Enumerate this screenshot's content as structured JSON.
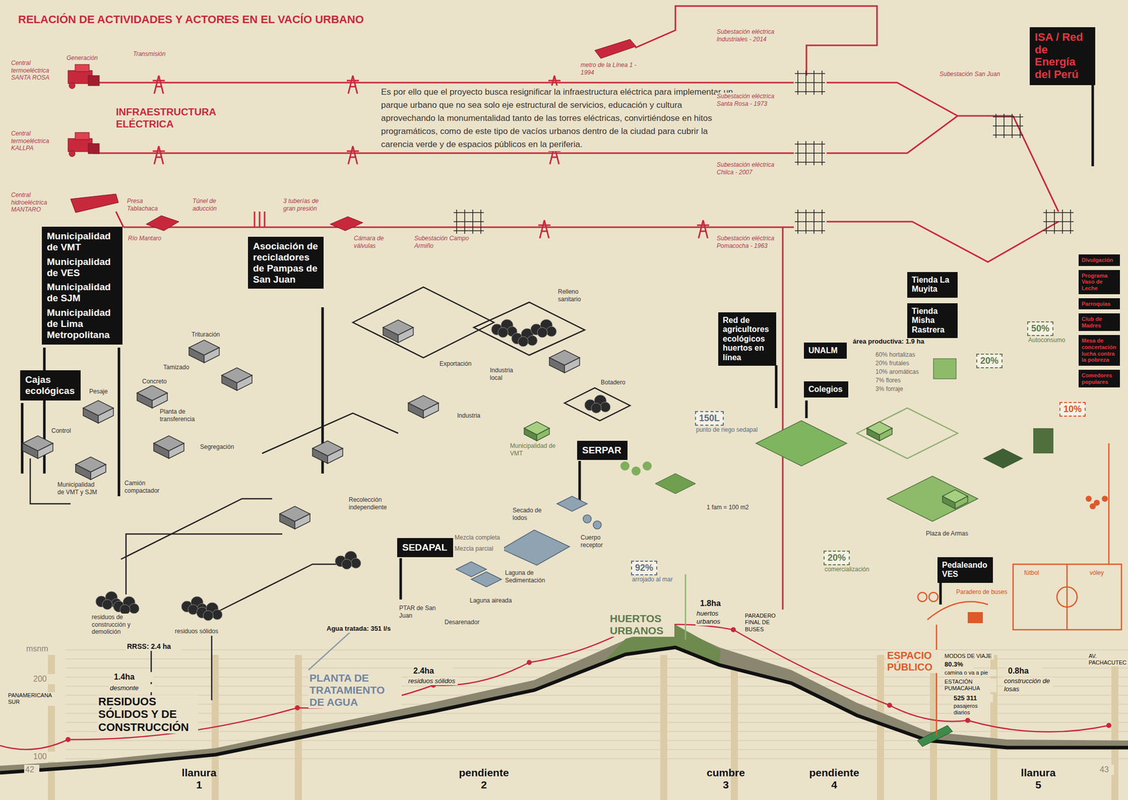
{
  "diagram": {
    "title": "RELACIÓN DE ACTIVIDADES Y ACTORES EN EL VACÍO URBANO",
    "nodes": [
      {
        "text": [
          "Municipalidad de VMT",
          "Municipalidad de VES",
          "Municipalidad de SJM",
          "Municipalidad de Lima Metropolitana"
        ]
      },
      {
        "text": [
          "Cajas ecológicas"
        ]
      },
      {
        "text": [
          "Asociación de recicladores de Pampas de San Juan"
        ]
      },
      {
        "text": [
          "SEDAPAL"
        ]
      },
      {
        "text": [
          "SERPAR"
        ]
      },
      {
        "text": [
          "Red de agricultores ecológicos huertos en línea"
        ]
      },
      {
        "text": [
          "UNALM"
        ]
      },
      {
        "text": [
          "Colegios"
        ]
      },
      {
        "text": [
          "Tienda La Muyita"
        ]
      },
      {
        "text": [
          "Tienda Misha Rastrera"
        ]
      },
      {
        "text": [
          "ISA / Red de Energía del Perú"
        ]
      },
      {
        "text": [
          "Pedaleando VES"
        ]
      },
      {
        "text": [
          "Divulgación"
        ]
      },
      {
        "text": [
          "Programa Vaso de Leche"
        ]
      },
      {
        "text": [
          "Parroquias"
        ]
      },
      {
        "text": [
          "Club de Madres"
        ]
      },
      {
        "text": [
          "Mesa de concertación lucha contra la pobreza"
        ]
      },
      {
        "text": [
          "Comedores populares"
        ]
      },
      {
        "text": [
          "50%",
          "Autoconsumo"
        ]
      },
      {
        "text": [
          "20%"
        ]
      },
      {
        "text": [
          "10%"
        ]
      },
      {
        "text": [
          "20%",
          "comercialización"
        ]
      },
      {
        "text": [
          "92%",
          "arrojado al mar"
        ]
      },
      {
        "text": [
          "150L",
          "punto de riego sedapal"
        ]
      }
    ],
    "labels": [
      "Es por ello que el proyecto busca resignificar la infraestructura eléctrica para implementar un parque urbano que no sea solo eje estructural de servicios, educación y cultura aprovechando la monumentalidad tanto de las torres eléctricas, convirtiéndose en hitos programáticos, como de este tipo de vacíos urbanos dentro de la ciudad para cubrir la carencia verde y de espacios públicos en la periferia.",
      "INFRAESTRUCTURA ELÉCTRICA",
      "Generación",
      "Transmisión",
      "Central termoeléctrica SANTA ROSA",
      "Central termoeléctrica KALLPA",
      "Central hidroeléctrica MANTARO",
      "Presa Tablachaca",
      "Túnel de aducción",
      "3 tuberías de gran presión",
      "Cámara de válvulas",
      "Río Mantaro",
      "Subestación Campo Armiño",
      "Subestación eléctrica Industriales - 2014",
      "Subestación eléctrica Santa Rosa - 1973",
      "Subestación eléctrica Chilca - 2007",
      "Subestación eléctrica Pomacocha - 1963",
      "Subestación San Juan",
      "metro de la Línea 1 - 1994",
      "Relleno sanitario",
      "Botadero",
      "Exportación",
      "Industria local",
      "Industria",
      "Segregación",
      "Control",
      "Pesaje",
      "Trituración",
      "Tamizado",
      "Concreto",
      "Planta de transferencia",
      "Recolección independiente",
      "Camión compactador",
      "Municipalidad de VMT y SJM",
      "residuos de construcción y demolición",
      "residuos sólidos",
      "RRSS: 2.4 ha",
      "Mezcla completa",
      "Mezcla parcial",
      "Secado de lodos",
      "Laguna de Sedimentación",
      "Cuerpo receptor",
      "Laguna aireada",
      "PTAR de San Juan",
      "Desarenador",
      "Agua tratada: 351 l/s",
      "Municipalidad de VMT",
      "área productiva: 1.9 ha",
      "60% hortalizas",
      "20% frutales",
      "10% aromáticas",
      "7% flores",
      "3% forraje",
      "1 fam = 100 m2",
      "Plaza de Armas",
      "Paradero de buses",
      "fútbol",
      "vóley",
      "msnm",
      "200",
      "100",
      "PANAMERICANA SUR",
      "1.4ha",
      "desmonte",
      "RESIDUOS SÓLIDOS Y DE CONSTRUCCIÓN",
      "PLANTA DE TRATAMIENTO DE AGUA",
      "2.4ha",
      "residuos sólidos",
      "HUERTOS URBANOS",
      "1.8ha",
      "huertos urbanos",
      "PARADERO FINAL DE BUSES",
      "ESPACIO PÚBLICO",
      "MODOS DE VIAJE",
      "80.3%",
      "camina o va a pie",
      "ESTACIÓN PUMACAHUA",
      "525 311",
      "pasajeros diarios",
      "0.8ha",
      "construcción de losas",
      "AV. PACHACUTEC",
      "llanura",
      "1",
      "pendiente",
      "2",
      "cumbre",
      "3",
      "pendiente",
      "4",
      "llanura",
      "5",
      "42",
      "43"
    ]
  }
}
